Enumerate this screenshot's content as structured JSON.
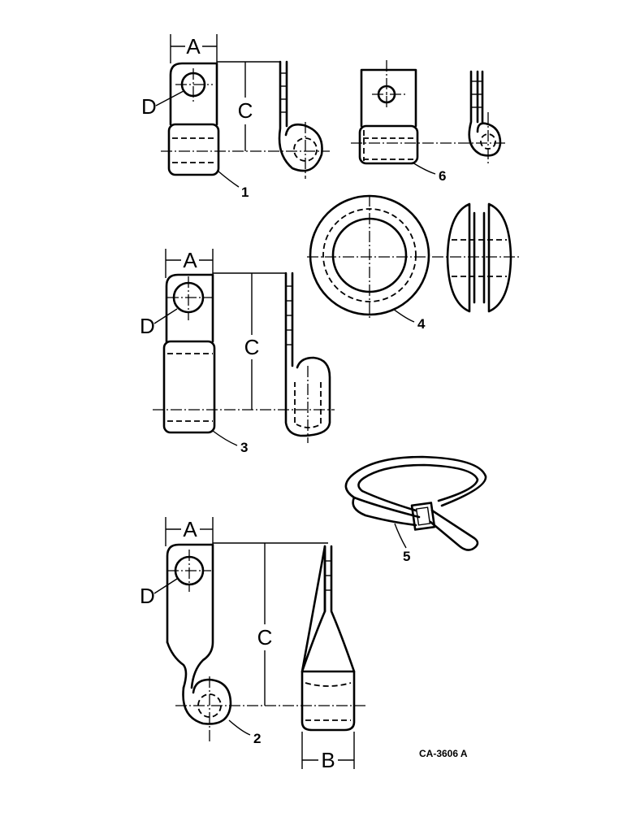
{
  "labels": {
    "dim_a": "A",
    "dim_b": "B",
    "dim_c": "C",
    "dim_d": "D"
  },
  "parts": {
    "p1": "1",
    "p2": "2",
    "p3": "3",
    "p4": "4",
    "p5": "5",
    "p6": "6"
  },
  "drawing_code": "CA-3606 A"
}
